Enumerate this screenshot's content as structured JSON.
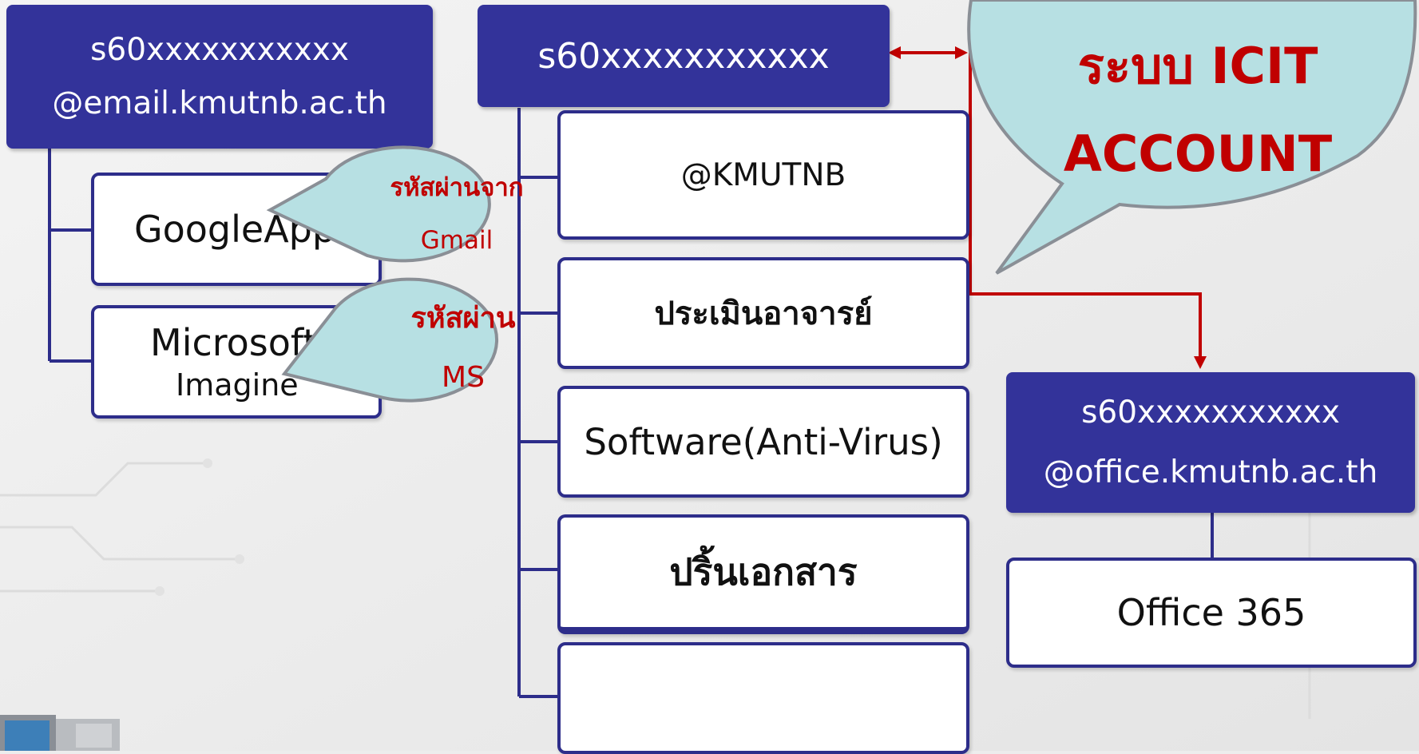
{
  "left_group": {
    "header_line1": "s60xxxxxxxxxxx",
    "header_line2": "@email.kmutnb.ac.th",
    "items": [
      {
        "label": "GoogleApp"
      },
      {
        "label_line1": "Microsoft",
        "label_line2": "Imagine"
      }
    ]
  },
  "middle_group": {
    "header": "s60xxxxxxxxxxx",
    "items": [
      {
        "label": "@KMUTNB"
      },
      {
        "label": "ประเมินอาจารย์"
      },
      {
        "label": "Software(Anti-Virus)"
      },
      {
        "label": "ปริ้นเอกสาร"
      },
      {
        "label": ""
      }
    ]
  },
  "right_group": {
    "header_line1": "s60xxxxxxxxxxx",
    "header_line2": "@office.kmutnb.ac.th",
    "items": [
      {
        "label": "Office 365"
      }
    ]
  },
  "callouts": {
    "gmail": {
      "line1": "รหัสผ่านจาก",
      "line2": "Gmail"
    },
    "ms": {
      "line1": "รหัสผ่าน",
      "line2": "MS"
    },
    "icit": {
      "line1": "ระบบ ICIT",
      "line2": "ACCOUNT"
    }
  },
  "colors": {
    "navy": "#33339a",
    "box_border": "#2d2d8a",
    "bubble_fill": "#b7e0e3",
    "bubble_text": "#c00000",
    "arrow": "#c00000",
    "background": "#ededed"
  }
}
